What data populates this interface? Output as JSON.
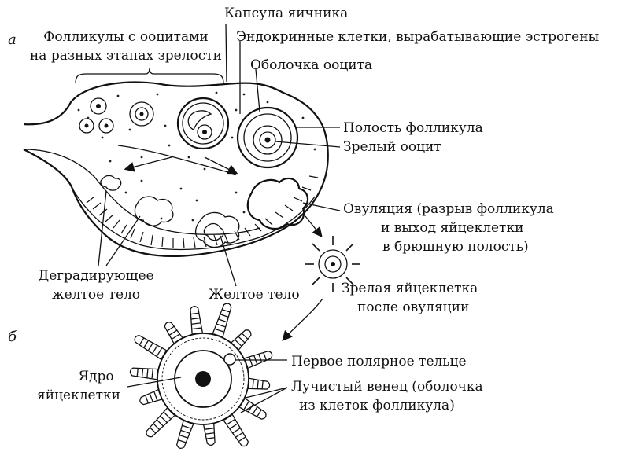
{
  "part_labels": {
    "a": "а",
    "b": "б"
  },
  "labels": {
    "follicles_line1": "Фолликулы с ооцитами",
    "follicles_line2": "на разных этапах зрелости",
    "capsule": "Капсула яичника",
    "endocrine": "Эндокринные клетки, вырабатывающие эстрогены",
    "oocyte_shell": "Оболочка ооцита",
    "follicle_cavity": "Полость фолликула",
    "mature_oocyte": "Зрелый ооцит",
    "ovulation_line1": "Овуляция (разрыв фолликула",
    "ovulation_line2": "и выход яйцеклетки",
    "ovulation_line3": "в брюшную полость)",
    "degrading_line1": "Деградирующее",
    "degrading_line2": "желтое тело",
    "yellow_body": "Желтое тело",
    "mature_egg_line1": "Зрелая яйцеклетка",
    "mature_egg_line2": "после овуляции",
    "polar_body": "Первое полярное тельце",
    "nucleus_line1": "Ядро",
    "nucleus_line2": "яйцеклетки",
    "corona_line1": "Лучистый венец (оболочка",
    "corona_line2": "из клеток фолликула)"
  }
}
